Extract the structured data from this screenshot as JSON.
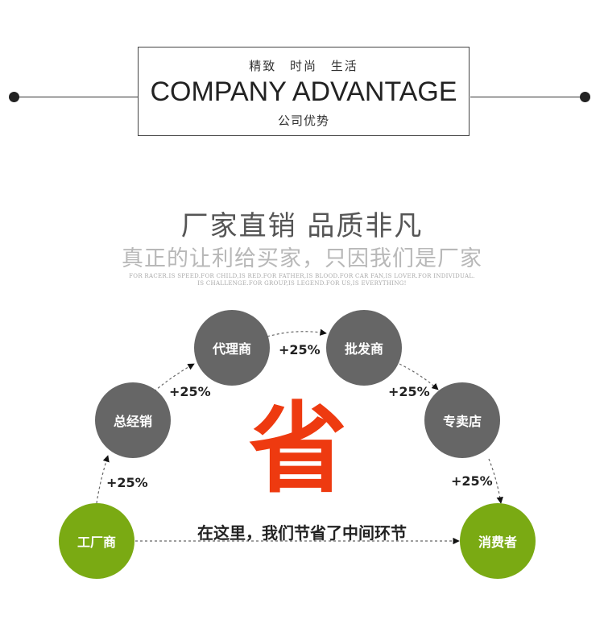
{
  "header": {
    "top_text": "精致  时尚  生活",
    "title": "COMPANY ADVANTAGE",
    "bottom_text": "公司优势"
  },
  "headline": "厂家直销 品质非凡",
  "subline": "真正的让利给买家，只因我们是厂家",
  "tagline_line1": "FOR RACER.IS SPEED.FOR CHILD,IS RED.FOR FATHER,IS BLOOD.FOR CAR FAN,IS LOVER.FOR INDIVIDUAL.",
  "tagline_line2": "IS CHALLENGE.FOR GROUP,IS LEGEND.FOR US,IS EVERYTHING!",
  "diagram": {
    "nodes": {
      "factory": "工厂商",
      "distributor": "总经销",
      "agent": "代理商",
      "wholesaler": "批发商",
      "store": "专卖店",
      "consumer": "消费者"
    },
    "markups": [
      "+25%",
      "+25%",
      "+25%",
      "+25%",
      "+25%"
    ],
    "center_char": "省",
    "caption": "在这里，我们节省了中间环节"
  },
  "colors": {
    "node_gray": "#666666",
    "node_green": "#7aaa13",
    "highlight_red": "#ee3a10"
  }
}
